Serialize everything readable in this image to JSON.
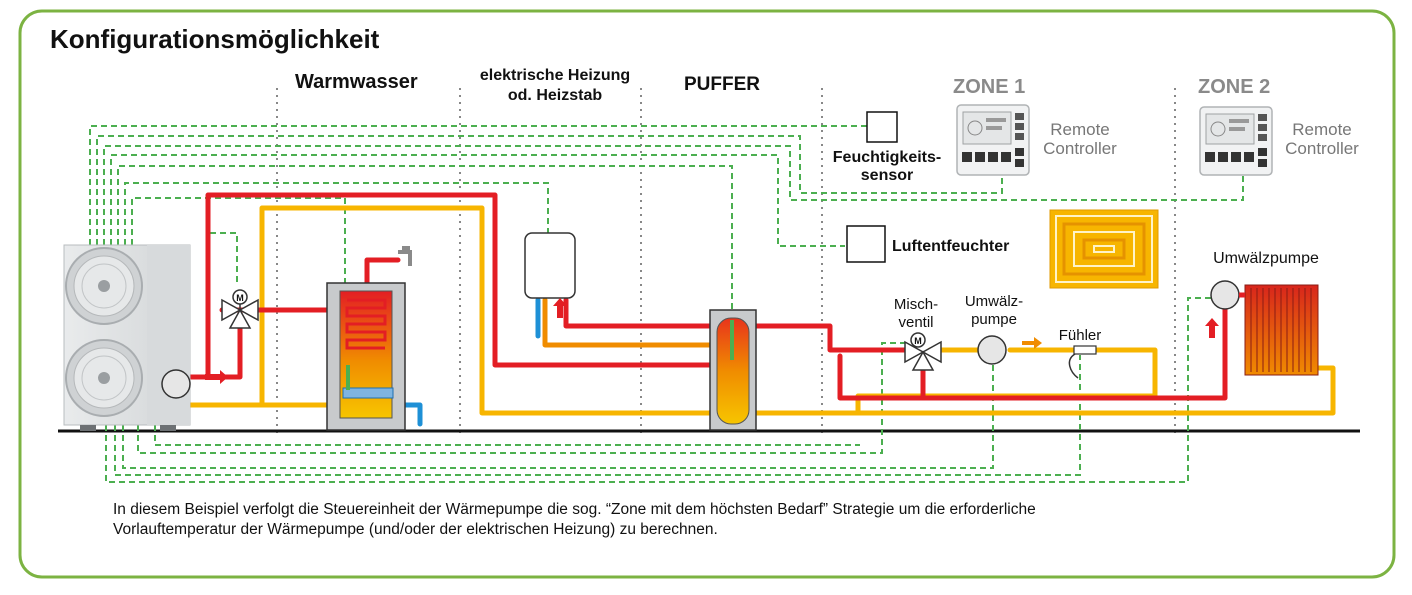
{
  "title": "Konfigurationsmöglichkeit",
  "sections": {
    "warmwasser": "Warmwasser",
    "heizung_line1": "elektrische Heizung",
    "heizung_line2": "od. Heizstab",
    "puffer": "PUFFER",
    "zone1": "ZONE 1",
    "zone2": "ZONE 2"
  },
  "devices": {
    "remote_line1": "Remote",
    "remote_line2": "Controller",
    "humidity_line1": "Feuchtigkeits-",
    "humidity_line2": "sensor",
    "dehumidifier": "Luftentfeuchter",
    "mixer_line1": "Misch-",
    "mixer_line2": "ventil",
    "pump1_line1": "Umwälz-",
    "pump1_line2": "pumpe",
    "pump2": "Umwälzpumpe",
    "sensor": "Fühler",
    "valve_symbol": "M"
  },
  "caption": {
    "line1": "In diesem Beispiel verfolgt die Steuereinheit der Wärmepumpe die sog. “Zone mit dem höchsten Bedarf” Strategie um die erforderliche",
    "line2": "Vorlauftemperatur der Wärmepumpe (und/oder der elektrischen Heizung) zu berechnen."
  },
  "colors": {
    "frame": "#7cb342",
    "signal": "#4caf50",
    "supply": "#e31e24",
    "return": "#f7b500",
    "mid": "#f08c00",
    "cold": "#1e90d6",
    "zone_text": "#8a8a8a"
  }
}
